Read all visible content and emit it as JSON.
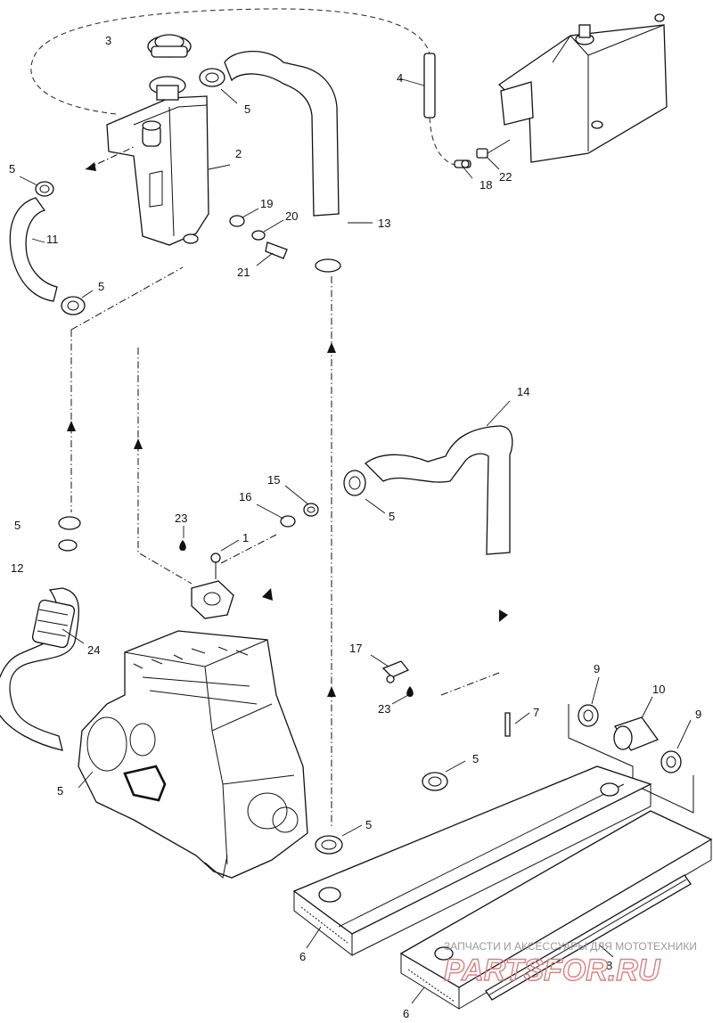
{
  "diagram": {
    "labels": [
      {
        "id": "3",
        "text": "3"
      },
      {
        "id": "4",
        "text": "4"
      },
      {
        "id": "5a",
        "text": "5"
      },
      {
        "id": "5b",
        "text": "5"
      },
      {
        "id": "2",
        "text": "2"
      },
      {
        "id": "11",
        "text": "11"
      },
      {
        "id": "5c",
        "text": "5"
      },
      {
        "id": "19",
        "text": "19"
      },
      {
        "id": "20",
        "text": "20"
      },
      {
        "id": "13",
        "text": "13"
      },
      {
        "id": "21",
        "text": "21"
      },
      {
        "id": "22",
        "text": "22"
      },
      {
        "id": "18",
        "text": "18"
      },
      {
        "id": "14",
        "text": "14"
      },
      {
        "id": "15",
        "text": "15"
      },
      {
        "id": "16",
        "text": "16"
      },
      {
        "id": "23a",
        "text": "23"
      },
      {
        "id": "1",
        "text": "1"
      },
      {
        "id": "5d",
        "text": "5"
      },
      {
        "id": "5e",
        "text": "5"
      },
      {
        "id": "12",
        "text": "12"
      },
      {
        "id": "24",
        "text": "24"
      },
      {
        "id": "17",
        "text": "17"
      },
      {
        "id": "23b",
        "text": "23"
      },
      {
        "id": "9a",
        "text": "9"
      },
      {
        "id": "10",
        "text": "10"
      },
      {
        "id": "9b",
        "text": "9"
      },
      {
        "id": "7",
        "text": "7"
      },
      {
        "id": "5f",
        "text": "5"
      },
      {
        "id": "5g",
        "text": "5"
      },
      {
        "id": "5h",
        "text": "5"
      },
      {
        "id": "6a",
        "text": "6"
      },
      {
        "id": "8",
        "text": "8"
      },
      {
        "id": "6b",
        "text": "6"
      }
    ]
  },
  "watermark": {
    "tagline": "ЗАПЧАСТИ И АКСЕССУАРЫ ДЛЯ МОТОТЕХНИКИ",
    "brand": "PARTSFOR.RU"
  },
  "colors": {
    "line": "#111111",
    "watermark_text": "#9a9a9a",
    "watermark_logo": "#d98080"
  }
}
